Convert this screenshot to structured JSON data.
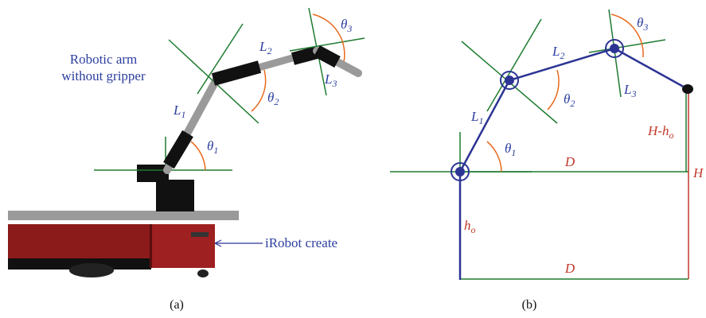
{
  "panel_a": {
    "caption": "(a)",
    "arm_label_line1": "Robotic arm",
    "arm_label_line2": "without gripper",
    "base_label": "iRobot create",
    "links": {
      "l1": "L",
      "l2": "L",
      "l3": "L",
      "s1": "1",
      "s2": "2",
      "s3": "3"
    },
    "angles": {
      "theta": "θ",
      "s1": "1",
      "s2": "2",
      "s3": "3"
    }
  },
  "panel_b": {
    "caption": "(b)",
    "links": {
      "l1": "L",
      "l2": "L",
      "l3": "L",
      "s1": "1",
      "s2": "2",
      "s3": "3"
    },
    "angles": {
      "theta": "θ",
      "s1": "1",
      "s2": "2",
      "s3": "3"
    },
    "d_top": "D",
    "d_bottom": "D",
    "h_total": "H",
    "h_diff_main": "H-h",
    "h_diff_sub": "o",
    "h0_main": "h",
    "h0_sub": "o"
  },
  "colors": {
    "link_blue": "#2c3494",
    "joint_green": "#1e7b2f",
    "dimension_red": "#c0392b",
    "angle_orange": "#e86a1c",
    "robot_red": "#8b1a1a"
  }
}
